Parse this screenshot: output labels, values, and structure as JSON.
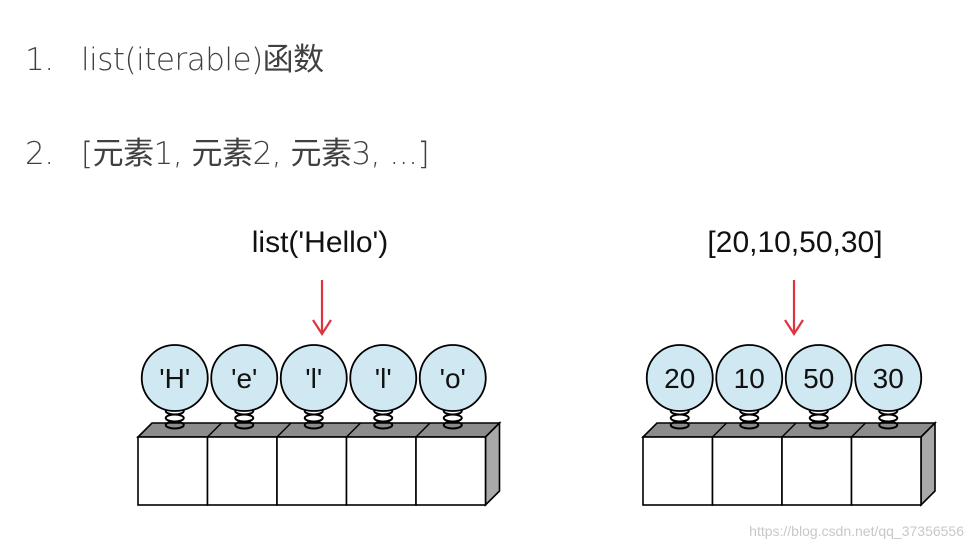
{
  "lines": [
    {
      "num": "1.",
      "text": "list(iterable)函数"
    },
    {
      "num": "2.",
      "text": "[元素1, 元素2, 元素3, ...]"
    }
  ],
  "left_diagram": {
    "caption": "list('Hello')",
    "items": [
      "'H'",
      "'e'",
      "'l'",
      "'l'",
      "'o'"
    ]
  },
  "right_diagram": {
    "caption": "[20,10,50,30]",
    "items": [
      "20",
      "10",
      "50",
      "30"
    ]
  },
  "colors": {
    "ball_fill": "#cfe8f1",
    "arrow": "#e0343c",
    "box_top": "#8c8c8c",
    "box_side": "#a9a9a9"
  },
  "watermark": "https://blog.csdn.net/qq_37356556"
}
